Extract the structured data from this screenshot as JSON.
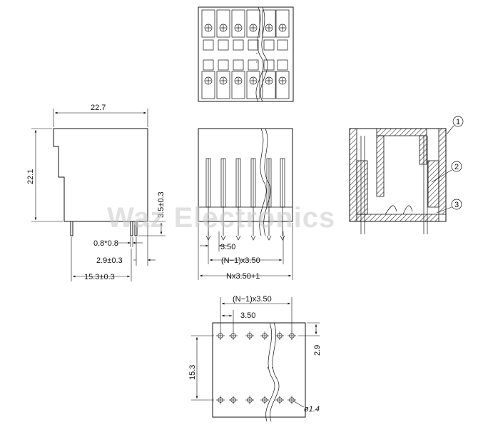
{
  "watermark": "Waz Electronics",
  "side_view": {
    "width_label": "22.7",
    "height_label": "22.1",
    "pin_length_label": "3.5±0.3",
    "pin_size_label": "0.8*0.8",
    "pin_offset_label": "2.9±0.3",
    "depth_label": "15.3±0.3"
  },
  "front_view": {
    "pitch_label": "3.50",
    "span_label": "(N−1)x3.50",
    "overall_label": "Nx3.50+1"
  },
  "section_view": {
    "callouts": [
      "1",
      "2",
      "3"
    ]
  },
  "footprint": {
    "span_label": "(N−1)x3.50",
    "pitch_label": "3.50",
    "row_offset_label": "2.9",
    "row_spacing_label": "15.3",
    "hole_label": "ø1.4"
  }
}
